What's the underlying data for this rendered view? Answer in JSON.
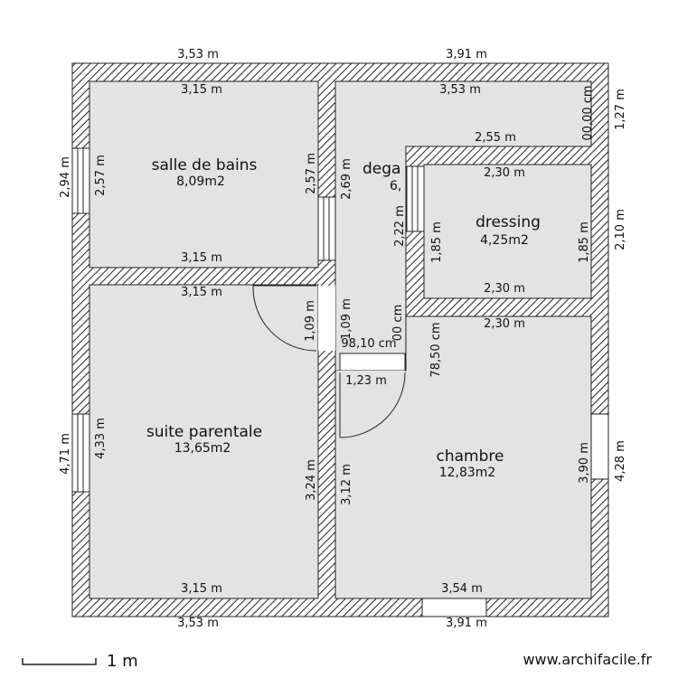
{
  "rooms": {
    "salle_de_bains": {
      "name": "salle de bains",
      "area": "8,09m2"
    },
    "degagement": {
      "name": "dega",
      "area": "6,"
    },
    "dressing": {
      "name": "dressing",
      "area": "4,25m2"
    },
    "suite_parentale": {
      "name": "suite parentale",
      "area": "13,65m2"
    },
    "chambre": {
      "name": "chambre",
      "area": "12,83m2"
    }
  },
  "dimensions": {
    "outer_top_left": "3,53 m",
    "outer_top_right": "3,91 m",
    "outer_bottom_left": "3,53 m",
    "outer_bottom_right": "3,91 m",
    "outer_left_upper": "2,94 m",
    "outer_left_lower": "4,71 m",
    "outer_right_upper": "1,27 m",
    "outer_right_mid": "2,10 m",
    "outer_right_lower": "4,28 m",
    "sdb_top": "3,15 m",
    "sdb_bottom": "3,15 m",
    "sdb_left": "2,57 m",
    "sdb_right": "2,57 m",
    "deg_top": "3,53 m",
    "deg_upper_right": "00,00 cm",
    "deg_left": "2,69 m",
    "dressing_outer_top": "2,55 m",
    "dressing_top": "2,30 m",
    "dressing_bottom": "2,30 m",
    "dressing_left_outer": "2,22 m",
    "dressing_left": "1,85 m",
    "dressing_right": "1,85 m",
    "suite_top": "3,15 m",
    "suite_bottom": "3,15 m",
    "suite_left": "4,33 m",
    "suite_right": "3,24 m",
    "door_suite": "1,09 m",
    "door_corridor": "1,09 m",
    "corridor_width": "98,10 cm",
    "corridor_cm": "00 cm",
    "passage": "1,23 m",
    "chambre_top": "2,30 m",
    "chambre_left_short": "78,50 cm",
    "chambre_left": "3,12 m",
    "chambre_right": "3,90 m",
    "chambre_bottom": "3,54 m"
  },
  "scale": {
    "label": "1 m"
  },
  "credit": {
    "text": "www.archifacile.fr"
  }
}
